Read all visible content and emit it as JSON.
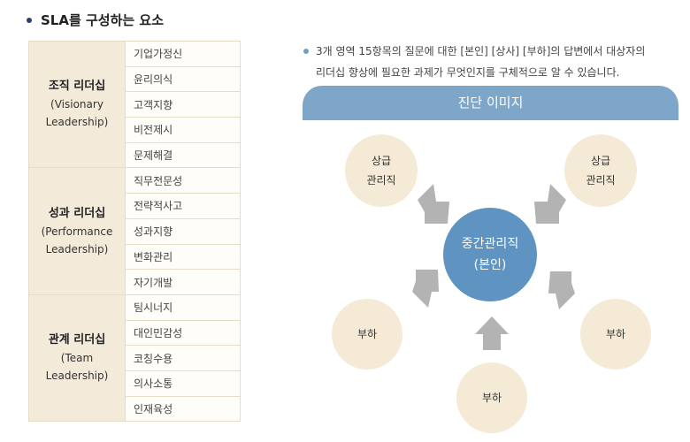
{
  "section_title": "SLA를 구성하는 요소",
  "categories": [
    {
      "title": "조직 리더십",
      "sub1": "(Visionary",
      "sub2": "Leadership)",
      "items": [
        "기업가정신",
        "윤리의식",
        "고객지향",
        "비전제시",
        "문제해결"
      ]
    },
    {
      "title": "성과 리더십",
      "sub1": "(Performance",
      "sub2": "Leadership)",
      "items": [
        "직무전문성",
        "전략적사고",
        "성과지향",
        "변화관리",
        "자기개발"
      ]
    },
    {
      "title": "관계 리더십",
      "sub1": "(Team",
      "sub2": "Leadership)",
      "items": [
        "팀시너지",
        "대인민감성",
        "코칭수용",
        "의사소통",
        "인재육성"
      ]
    }
  ],
  "description_line1": "3개 영역 15항목의 질문에 대한 [본인] [상사] [부하]의 답변에서 대상자의",
  "description_line2": "리더십 향상에 필요한 과제가 무엇인지를 구체적으로 알 수 있습니다.",
  "diagram": {
    "header": "진단 이미지",
    "center_line1": "중간관리직",
    "center_line2": "(본인)",
    "top_left_line1": "상급",
    "top_left_line2": "관리직",
    "top_right_line1": "상급",
    "top_right_line2": "관리직",
    "bottom_left": "부하",
    "bottom_center": "부하",
    "bottom_right": "부하"
  },
  "colors": {
    "category_bg": "#f3ead9",
    "header_blue": "#7da6c9",
    "center_blue": "#5f93c1",
    "node_beige": "#f5ead6",
    "arrow_gray": "#b3b3b3"
  }
}
